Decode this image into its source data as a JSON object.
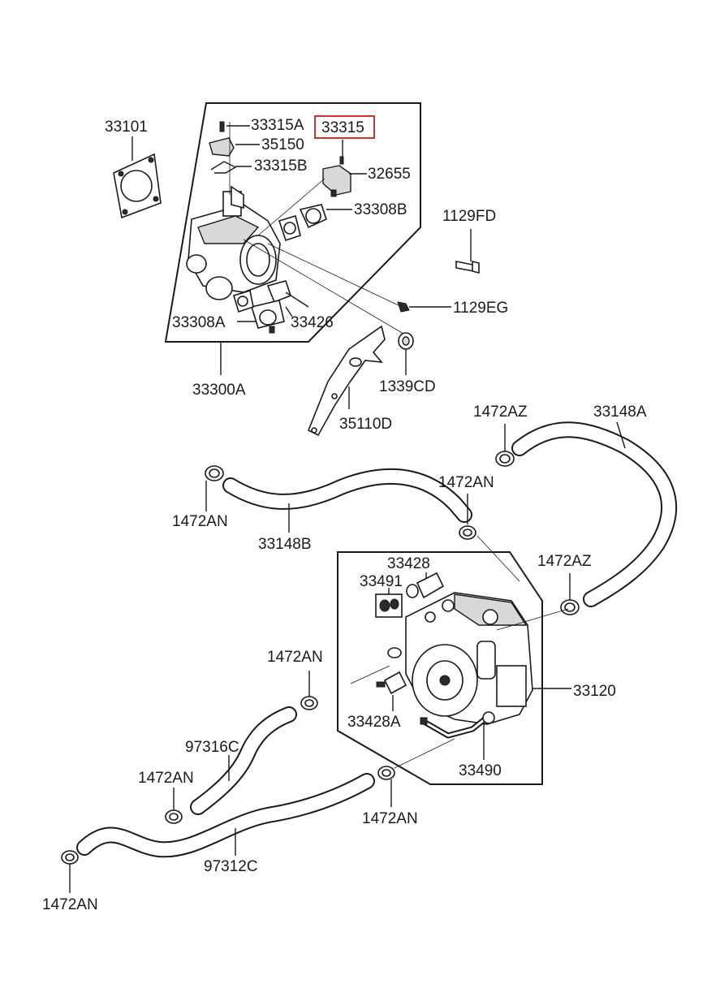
{
  "labels": {
    "p33101": "33101",
    "p33315A": "33315A",
    "p33315": "33315",
    "p35150": "35150",
    "p33315B": "33315B",
    "p32655": "32655",
    "p33308B": "33308B",
    "p1129FD": "1129FD",
    "p1129EG": "1129EG",
    "p33308A": "33308A",
    "p33426": "33426",
    "p33300A": "33300A",
    "p1339CD": "1339CD",
    "p35110D": "35110D",
    "p1472AZ_top": "1472AZ",
    "p33148A": "33148A",
    "p1472AN_left": "1472AN",
    "p1472AN_mid": "1472AN",
    "p33148B": "33148B",
    "p33428": "33428",
    "p33491": "33491",
    "p1472AZ_right": "1472AZ",
    "p1472AN_center": "1472AN",
    "p33120": "33120",
    "p33428A": "33428A",
    "p97316C": "97316C",
    "p33490": "33490",
    "p1472AN_lower": "1472AN",
    "p1472AN_hose": "1472AN",
    "p97312C": "97312C",
    "p1472AN_bottom": "1472AN"
  },
  "highlight_color": "#d0312d",
  "line_color": "#1a1a1a"
}
